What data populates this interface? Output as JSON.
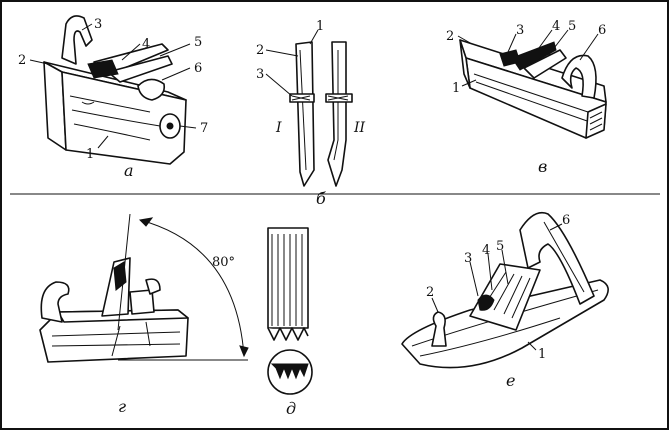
{
  "figures": {
    "a": {
      "caption": "а",
      "labels": [
        "1",
        "2",
        "3",
        "4",
        "5",
        "6",
        "7"
      ]
    },
    "b": {
      "caption": "б",
      "labels": [
        "1",
        "2",
        "3"
      ],
      "variants": [
        "I",
        "II"
      ]
    },
    "v": {
      "caption": "в",
      "labels": [
        "1",
        "2",
        "3",
        "4",
        "5",
        "6"
      ]
    },
    "g": {
      "caption": "г",
      "angle": "80°"
    },
    "d": {
      "caption": "д"
    },
    "e": {
      "caption": "е",
      "labels": [
        "1",
        "2",
        "3",
        "4",
        "5",
        "6"
      ]
    }
  }
}
